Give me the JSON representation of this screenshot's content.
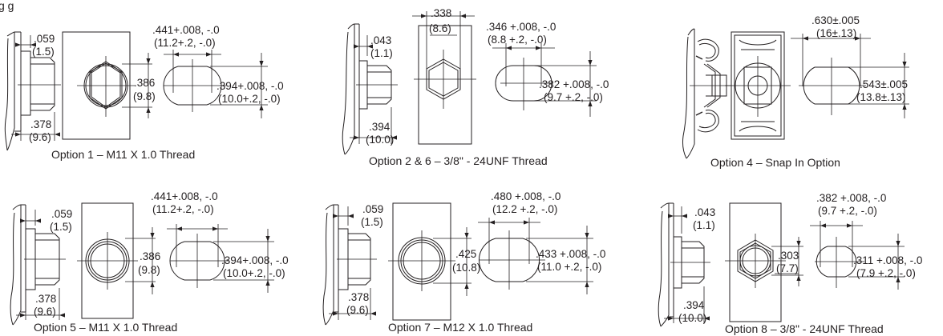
{
  "header": {
    "title_fragment": "g   g"
  },
  "options": [
    {
      "caption": "Option 1 – M11 X 1.0 Thread",
      "flange_dim": [
        ".059",
        "(1.5)"
      ],
      "thread_dim": [
        ".378",
        "(9.6)"
      ],
      "flat_dim": [
        ".386",
        "(9.8)"
      ],
      "hole_width_dim": [
        ".441+.008, -.0",
        "(11.2+.2, -.0)"
      ],
      "hole_flat_dim": [
        ".394+.008, -.0",
        "(10.0+.2, -.0)"
      ]
    },
    {
      "caption": "Option 2 & 6 – 3/8\" - 24UNF Thread",
      "flange_dim": [
        ".043",
        "(1.1)"
      ],
      "thread_dim": [
        ".394",
        "(10.0)"
      ],
      "hex_dim": [
        ".338",
        "(8.6)"
      ],
      "hole_width_dim": [
        ".346 +.008, -.0",
        "(8.8 +.2, -.0)"
      ],
      "hole_flat_dim": [
        ".382 +.008, -.0",
        "(9.7 +.2, -.0)"
      ]
    },
    {
      "caption": "Option 4 – Snap In Option",
      "hole_width_dim": [
        ".630±.005",
        "(16±.13)"
      ],
      "hole_flat_dim": [
        ".543±.005",
        "(13.8±.13)"
      ]
    },
    {
      "caption": "Option 5 – M11 X 1.0 Thread",
      "flange_dim": [
        ".059",
        "(1.5)"
      ],
      "thread_dim": [
        ".378",
        "(9.6)"
      ],
      "flat_dim": [
        ".386",
        "(9.8)"
      ],
      "hole_width_dim": [
        ".441+.008, -.0",
        "(11.2+.2, -.0)"
      ],
      "hole_flat_dim": [
        ".394+.008, -.0",
        "(10.0+.2, -.0)"
      ]
    },
    {
      "caption": "Option 7 – M12 X 1.0 Thread",
      "flange_dim": [
        ".059",
        "(1.5)"
      ],
      "thread_dim": [
        ".378",
        "(9.6)"
      ],
      "flat_dim": [
        ".425",
        "(10.8)"
      ],
      "hole_width_dim": [
        ".480 +.008, -.0",
        "(12.2 +.2, -.0)"
      ],
      "hole_flat_dim": [
        ".433 +.008, -.0",
        "(11.0 +.2, -.0)"
      ]
    },
    {
      "caption": "Option 8 – 3/8\" - 24UNF Thread",
      "flange_dim": [
        ".043",
        "(1.1)"
      ],
      "thread_dim": [
        ".394",
        "(10.0)"
      ],
      "flat_dim": [
        ".303",
        "(7.7)"
      ],
      "hole_width_dim": [
        ".382 +.008, -.0",
        "(9.7 +.2, -.0)"
      ],
      "hole_flat_dim": [
        ".311 +.008, -.0",
        "(7.9 +.2, -.0)"
      ]
    }
  ]
}
